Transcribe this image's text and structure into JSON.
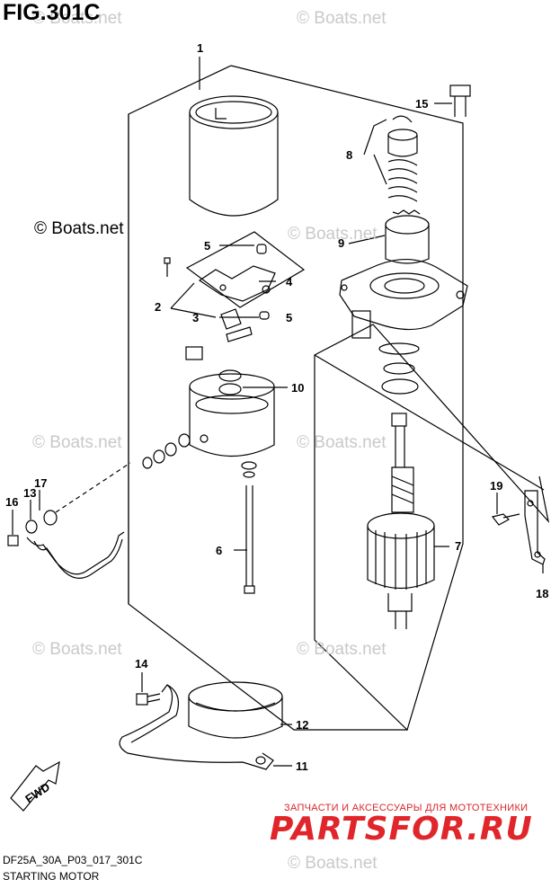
{
  "figure": {
    "title": "FIG.301C",
    "code": "DF25A_30A_P03_017_301C",
    "caption": "STARTING MOTOR",
    "copyright": "© Boats.net",
    "watermark": "© Boats.net",
    "fwd_label": "FWD"
  },
  "promo": {
    "line": "ЗАПЧАСТИ И АКСЕССУАРЫ ДЛЯ МОТОТЕХНИКИ",
    "logo": "PARTSFOR.RU",
    "color": "#e0262b"
  },
  "callouts": [
    "1",
    "2",
    "3",
    "4",
    "5",
    "5",
    "6",
    "7",
    "8",
    "9",
    "10",
    "11",
    "12",
    "13",
    "14",
    "15",
    "16",
    "17",
    "18",
    "19"
  ]
}
